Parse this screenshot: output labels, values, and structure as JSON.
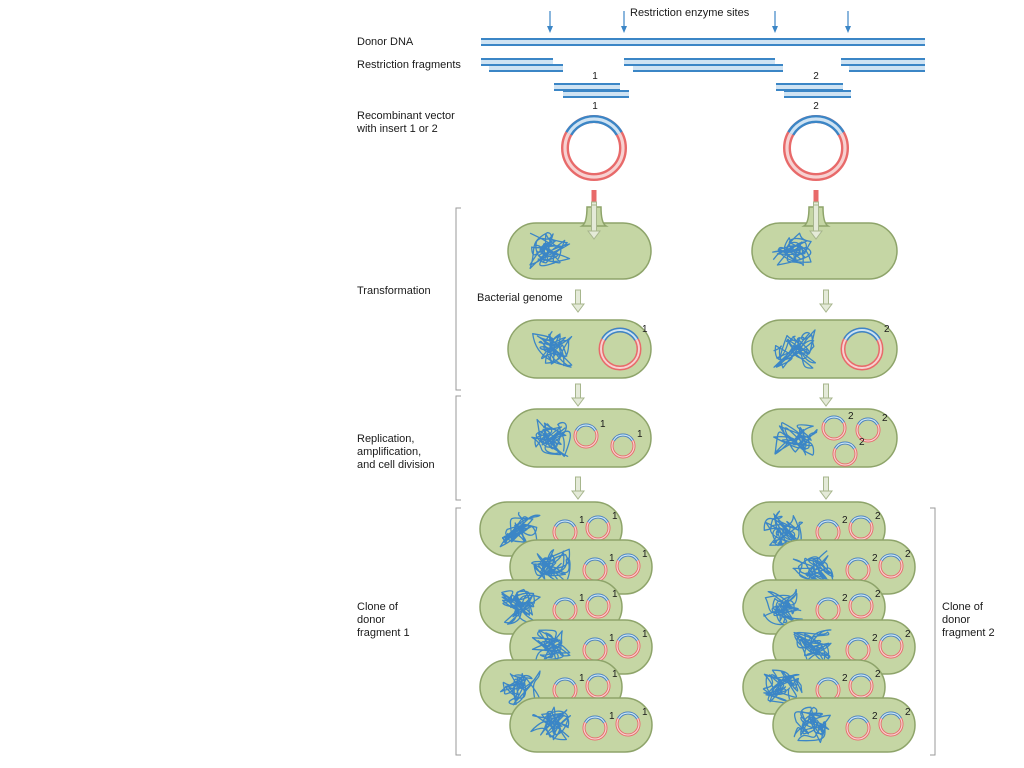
{
  "labels": {
    "restriction_sites": "Restriction enzyme sites",
    "donor_dna": "Donor DNA",
    "restriction_fragments": "Restriction fragments",
    "recombinant_vector": "Recombinant vector\nwith insert 1 or 2",
    "transformation": "Transformation",
    "bacterial_genome": "Bacterial genome",
    "replication": "Replication,\namplification,\nand cell division",
    "clone_1": "Clone of\ndonor\nfragment 1",
    "clone_2": "Clone of\ndonor\nfragment 2"
  },
  "fragment_numbers": [
    "1",
    "2"
  ],
  "colors": {
    "dna_blue": "#3b86c6",
    "dna_light": "#cfe3f3",
    "vector_red": "#e86a6a",
    "vector_pink": "#f7d1d1",
    "cell_fill": "#c5d6a4",
    "cell_stroke": "#8ea46a",
    "arrow_green": "#a7b68d",
    "bracket_gray": "#9a9a9a"
  }
}
